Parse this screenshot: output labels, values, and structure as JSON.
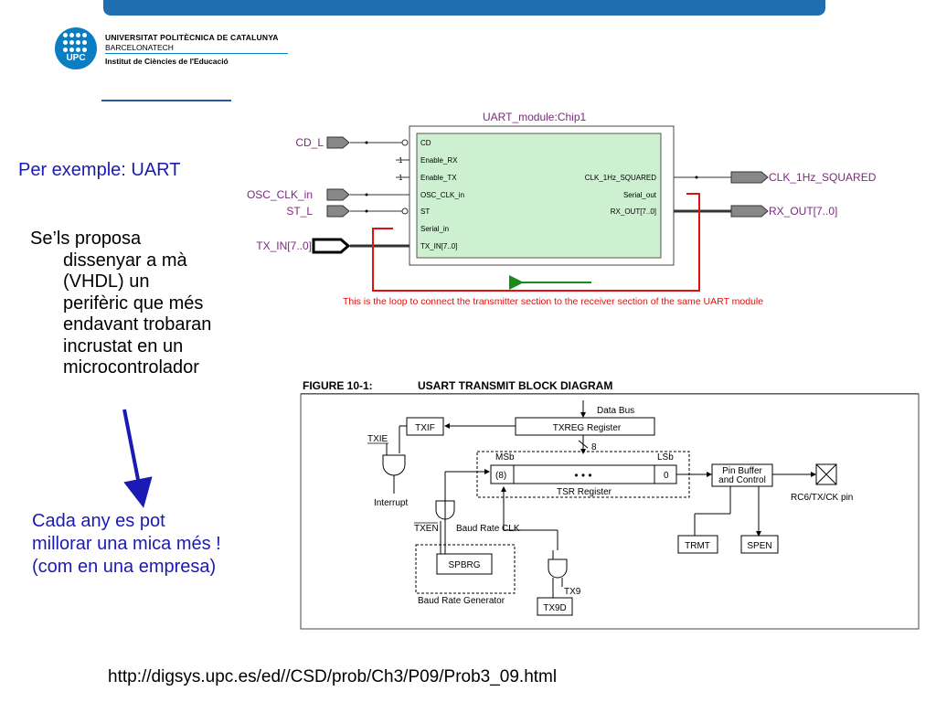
{
  "header": {
    "university_line1": "UNIVERSITAT POLITÈCNICA DE CATALUNYA",
    "university_line2": "BARCELONATECH",
    "institute": "Institut de Ciències de l'Educació",
    "logo_text": "UPC"
  },
  "slide": {
    "title": "Per exemple: UART",
    "body_lines": [
      "Se’ls proposa",
      "dissenyar a mà",
      "(VHDL) un",
      "perifèric que més",
      "endavant trobaran",
      "incrustat en un",
      "microcontrolador"
    ],
    "improve_lines": [
      "Cada any es pot",
      "millorar una mica més !",
      "(com en una empresa)"
    ],
    "url": "http://digsys.upc.es/ed//CSD/prob/Ch3/P09/Prob3_09.html"
  },
  "uart_diagram": {
    "module_title": "UART_module:Chip1",
    "left_pins": [
      "CD",
      "Enable_RX",
      "Enable_TX",
      "OSC_CLK_in",
      "ST",
      "Serial_in",
      "TX_IN[7..0]"
    ],
    "right_pins": [
      "CLK_1Hz_SQUARED",
      "Serial_out",
      "RX_OUT[7..0]"
    ],
    "inputs": [
      "CD_L",
      "OSC_CLK_in",
      "ST_L",
      "TX_IN[7..0]"
    ],
    "const_labels": [
      "1",
      "1"
    ],
    "outputs": [
      "CLK_1Hz_SQUARED",
      "RX_OUT[7..0]"
    ],
    "loop_caption": "This is the loop to connect the transmitter section to the receiver section of the same UART module",
    "colors": {
      "module_fill": "#cdf0d0",
      "loop": "#e01010",
      "arrow": "#1a8a1a"
    }
  },
  "usart_diagram": {
    "figure_label": "FIGURE 10-1:",
    "figure_title": "USART TRANSMIT BLOCK DIAGRAM",
    "data_bus": "Data Bus",
    "txreg": "TXREG Register",
    "bus_width": "8",
    "txif": "TXIF",
    "txie": "TXIE",
    "interrupt": "Interrupt",
    "msb": "MSb",
    "lsb": "LSb",
    "tsr_msb_value": "(8)",
    "tsr_dots": "• • •",
    "tsr_lsb_value": "0",
    "tsr_label": "TSR Register",
    "pin_buffer_line1": "Pin Buffer",
    "pin_buffer_line2": "and Control",
    "pin_label": "RC6/TX/CK pin",
    "txen": "TXEN",
    "baud_clk": "Baud Rate CLK",
    "spbrg": "SPBRG",
    "baud_gen": "Baud Rate Generator",
    "tx9": "TX9",
    "tx9d": "TX9D",
    "trmt": "TRMT",
    "spen": "SPEN"
  }
}
